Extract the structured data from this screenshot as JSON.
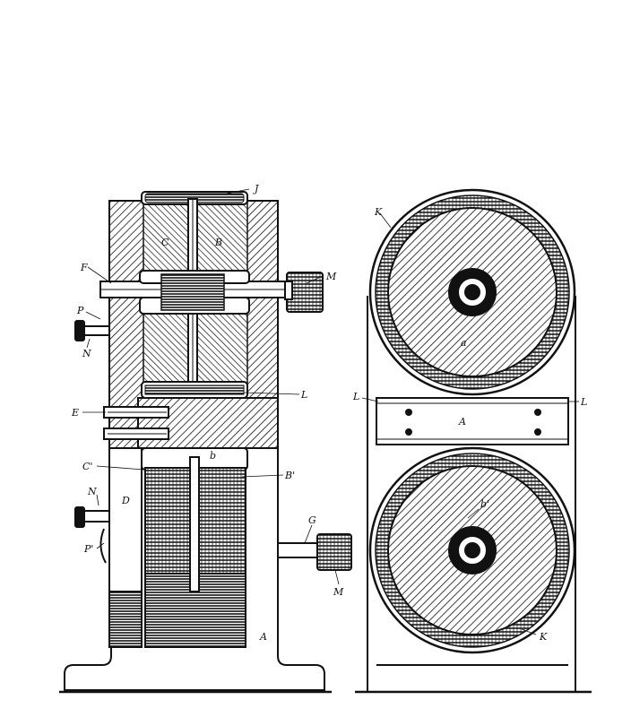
{
  "labels": {
    "J": "J",
    "F": "F",
    "M_top": "M",
    "P": "P",
    "N_left": "N",
    "C_top": "C",
    "B_top": "B",
    "L_left": "L",
    "E": "E",
    "C1": "C'",
    "b": "b",
    "B1": "B'",
    "N_mid": "N",
    "D": "D",
    "P1": "P'",
    "G": "G",
    "M_bottom": "M",
    "A_left": "A",
    "K_top": "K",
    "L_right1": "L",
    "L_right2": "L",
    "A_right": "A",
    "K_bottom": "K",
    "a_top": "a",
    "b_bottom": "b'"
  },
  "colors": {
    "ink": "#111111",
    "paper": "#ffffff"
  }
}
